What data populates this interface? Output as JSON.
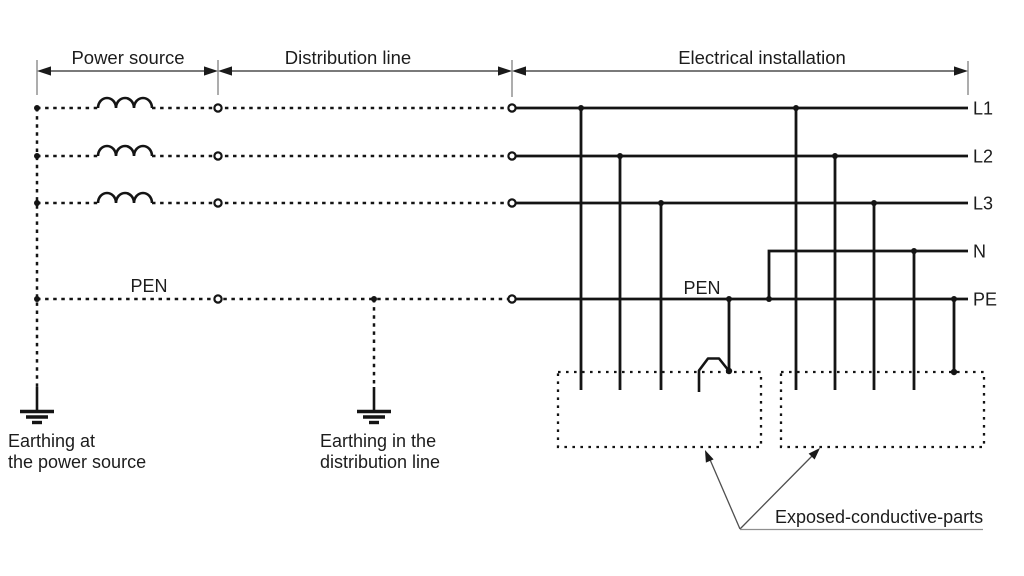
{
  "sections": {
    "power_source": "Power source",
    "distribution_line": "Distribution line",
    "electrical_installation": "Electrical installation"
  },
  "conductors": {
    "pen_source_label": "PEN",
    "pen_installation_label": "PEN",
    "l1": "L1",
    "l2": "L2",
    "l3": "L3",
    "n": "N",
    "pe": "PE"
  },
  "earthing": {
    "power_source_line1": "Earthing at",
    "power_source_line2": "the power source",
    "distribution_line1": "Earthing in the",
    "distribution_line2": "distribution line"
  },
  "exposed_parts_label": "Exposed-conductive-parts",
  "colors": {
    "ink": "#141414",
    "background": "#ffffff",
    "tick_gray": "#8a8a8a"
  }
}
